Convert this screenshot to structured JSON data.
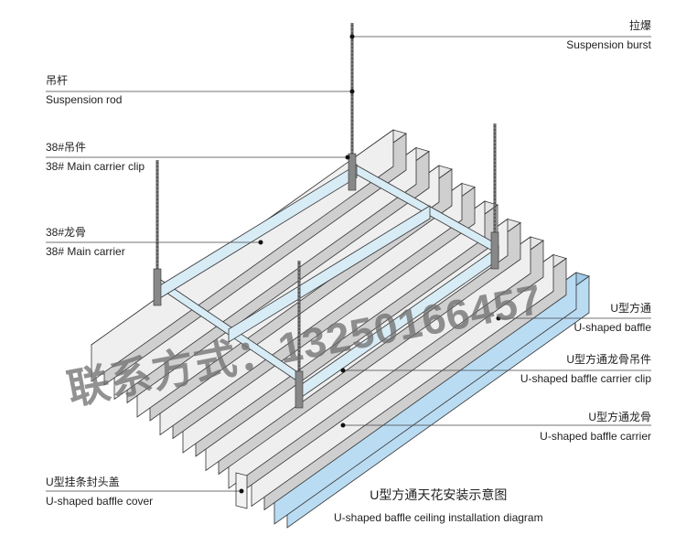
{
  "labels": {
    "suspension_burst": {
      "cn": "拉爆",
      "en": "Suspension burst"
    },
    "suspension_rod": {
      "cn": "吊杆",
      "en": "Suspension rod"
    },
    "main_carrier_clip": {
      "cn": "38#吊件",
      "en": "38# Main carrier clip"
    },
    "main_carrier": {
      "cn": "38#龙骨",
      "en": "38# Main carrier"
    },
    "u_baffle": {
      "cn": "U型方通",
      "en": "U-shaped baffle"
    },
    "u_baffle_carrier_clip": {
      "cn": "U型方通龙骨吊件",
      "en": "U-shaped baffle carrier clip"
    },
    "u_baffle_carrier": {
      "cn": "U型方通龙骨",
      "en": "U-shaped baffle carrier"
    },
    "u_baffle_cover": {
      "cn": "U型挂条封头盖",
      "en": "U-shaped baffle cover"
    }
  },
  "title": {
    "cn": "U型方通天花安装示意图",
    "en": "U-shaped baffle ceiling installation diagram"
  },
  "watermark": "联系方式：13250166457",
  "colors": {
    "baffle": "#e6e6e6",
    "baffle_side": "#cfcfcf",
    "blue": "#b9dcf3",
    "carrier": "#d8ecf6",
    "line": "#333333"
  }
}
